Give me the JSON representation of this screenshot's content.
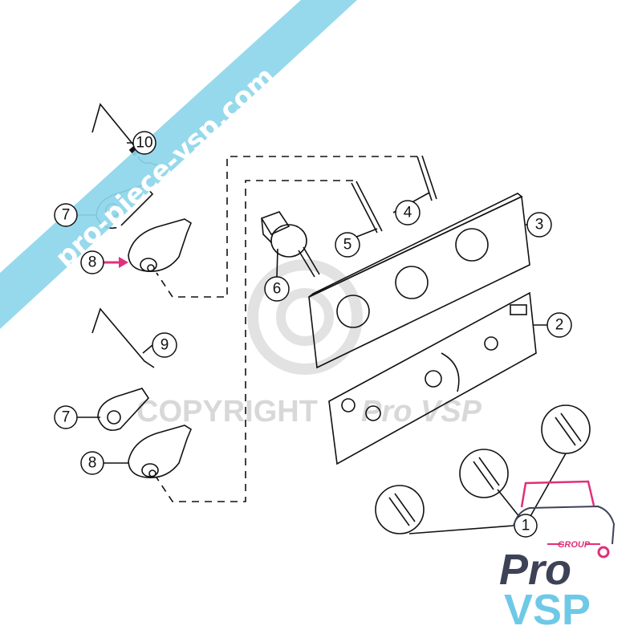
{
  "diagram": {
    "callouts": {
      "c1": "1",
      "c2": "2",
      "c3": "3",
      "c4": "4",
      "c5": "5",
      "c6": "6",
      "c7a": "7",
      "c7b": "7",
      "c8a": "8",
      "c8b": "8",
      "c9": "9",
      "c10": "10"
    },
    "highlight_color": "#e0307a"
  },
  "watermark": {
    "copyright": "COPYRIGHT",
    "brand": "Pro VSP"
  },
  "banner": {
    "text": "pro-piece-vsp.com",
    "color": "#8dd6ea"
  },
  "logo": {
    "group": "GROUP",
    "pro": "Pro",
    "vsp": "VSP",
    "pro_color": "#3d4257",
    "vsp_color": "#6ec9e6",
    "accent_color": "#e0307a"
  }
}
